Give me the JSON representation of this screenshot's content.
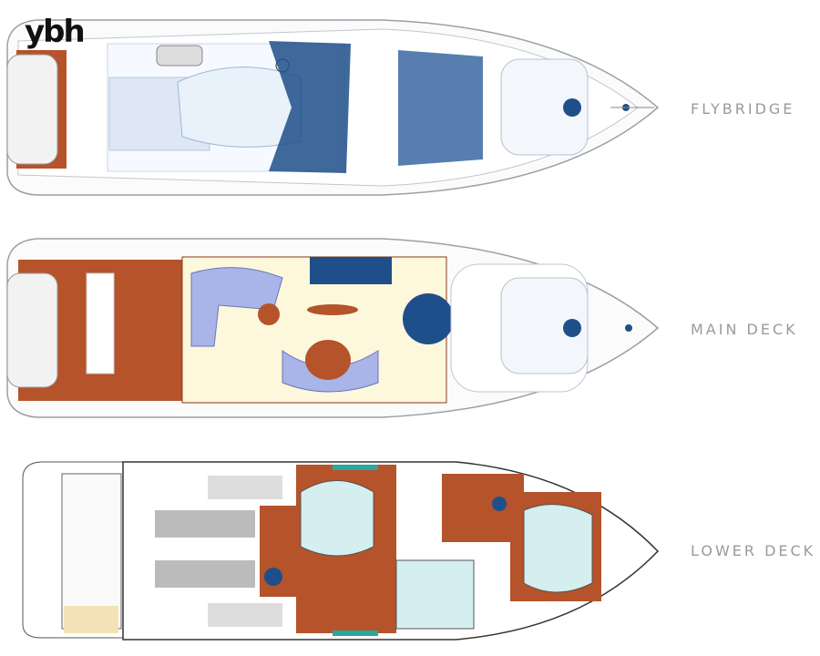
{
  "logo": {
    "text": "ybh"
  },
  "decks": [
    {
      "label": "FLYBRIDGE"
    },
    {
      "label": "MAIN DECK"
    },
    {
      "label": "LOWER DECK"
    }
  ],
  "colors": {
    "teak": "#b5532a",
    "seating": "#a9b4e8",
    "glass": "#1f4f8a",
    "hull": "#ffffff",
    "outline": "#9aa0a8",
    "label": "#9a9a9a"
  }
}
